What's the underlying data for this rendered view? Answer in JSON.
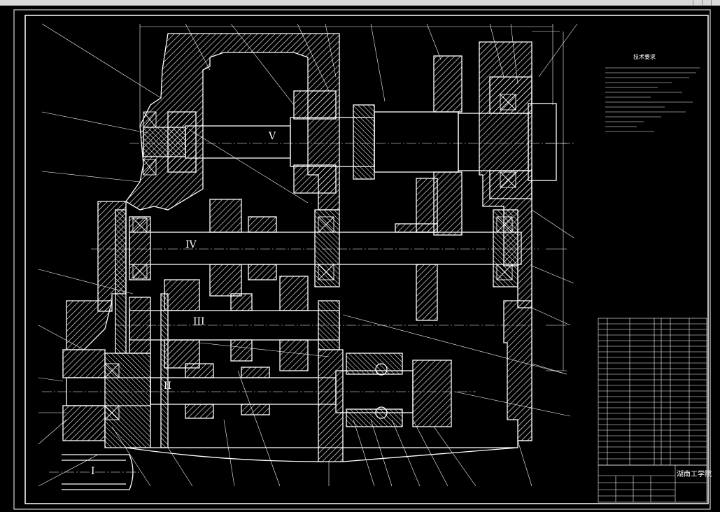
{
  "drawing": {
    "shaft_labels": [
      "V",
      "IV",
      "III",
      "II",
      "I"
    ],
    "school": "湖南工学院",
    "tech_req_title": "技术要求",
    "colors": {
      "background": "#000000",
      "lines": "#ffffff",
      "centerline": "#ffffff",
      "accent": "#ffff00"
    }
  }
}
